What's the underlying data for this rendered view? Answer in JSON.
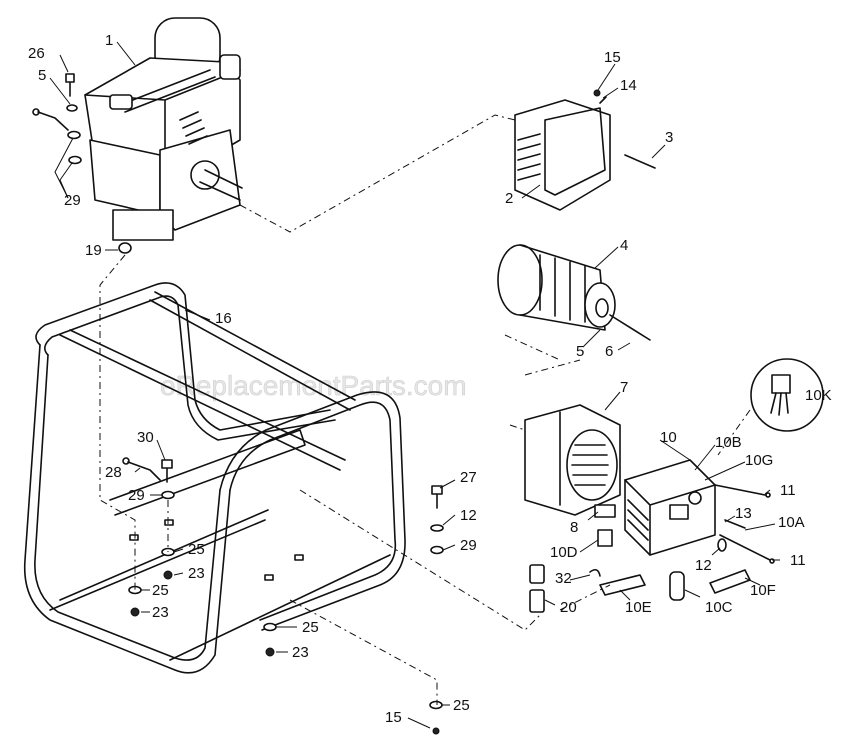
{
  "watermark": "eReplacementParts.com",
  "labels": [
    {
      "id": "l1",
      "text": "1"
    },
    {
      "id": "l26",
      "text": "26"
    },
    {
      "id": "l5a",
      "text": "5"
    },
    {
      "id": "l29a",
      "text": "29"
    },
    {
      "id": "l19",
      "text": "19"
    },
    {
      "id": "l16",
      "text": "16"
    },
    {
      "id": "l15a",
      "text": "15"
    },
    {
      "id": "l14",
      "text": "14"
    },
    {
      "id": "l3",
      "text": "3"
    },
    {
      "id": "l2",
      "text": "2"
    },
    {
      "id": "l4",
      "text": "4"
    },
    {
      "id": "l5b",
      "text": "5"
    },
    {
      "id": "l6",
      "text": "6"
    },
    {
      "id": "l7",
      "text": "7"
    },
    {
      "id": "l10K",
      "text": "10K"
    },
    {
      "id": "l10",
      "text": "10"
    },
    {
      "id": "l10B",
      "text": "10B"
    },
    {
      "id": "l10G",
      "text": "10G"
    },
    {
      "id": "l11a",
      "text": "11"
    },
    {
      "id": "l13",
      "text": "13"
    },
    {
      "id": "l10A",
      "text": "10A"
    },
    {
      "id": "l12a",
      "text": "12"
    },
    {
      "id": "l11b",
      "text": "11"
    },
    {
      "id": "l8",
      "text": "8"
    },
    {
      "id": "l10D",
      "text": "10D"
    },
    {
      "id": "l32",
      "text": "32"
    },
    {
      "id": "l20",
      "text": "20"
    },
    {
      "id": "l10E",
      "text": "10E"
    },
    {
      "id": "l10C",
      "text": "10C"
    },
    {
      "id": "l10F",
      "text": "10F"
    },
    {
      "id": "l30",
      "text": "30"
    },
    {
      "id": "l28",
      "text": "28"
    },
    {
      "id": "l29b",
      "text": "29"
    },
    {
      "id": "l25a",
      "text": "25"
    },
    {
      "id": "l23a",
      "text": "23"
    },
    {
      "id": "l25b",
      "text": "25"
    },
    {
      "id": "l23b",
      "text": "23"
    },
    {
      "id": "l27",
      "text": "27"
    },
    {
      "id": "l12b",
      "text": "12"
    },
    {
      "id": "l29c",
      "text": "29"
    },
    {
      "id": "l25c",
      "text": "25"
    },
    {
      "id": "l23c",
      "text": "23"
    },
    {
      "id": "l15b",
      "text": "15"
    },
    {
      "id": "l25d",
      "text": "25"
    }
  ]
}
